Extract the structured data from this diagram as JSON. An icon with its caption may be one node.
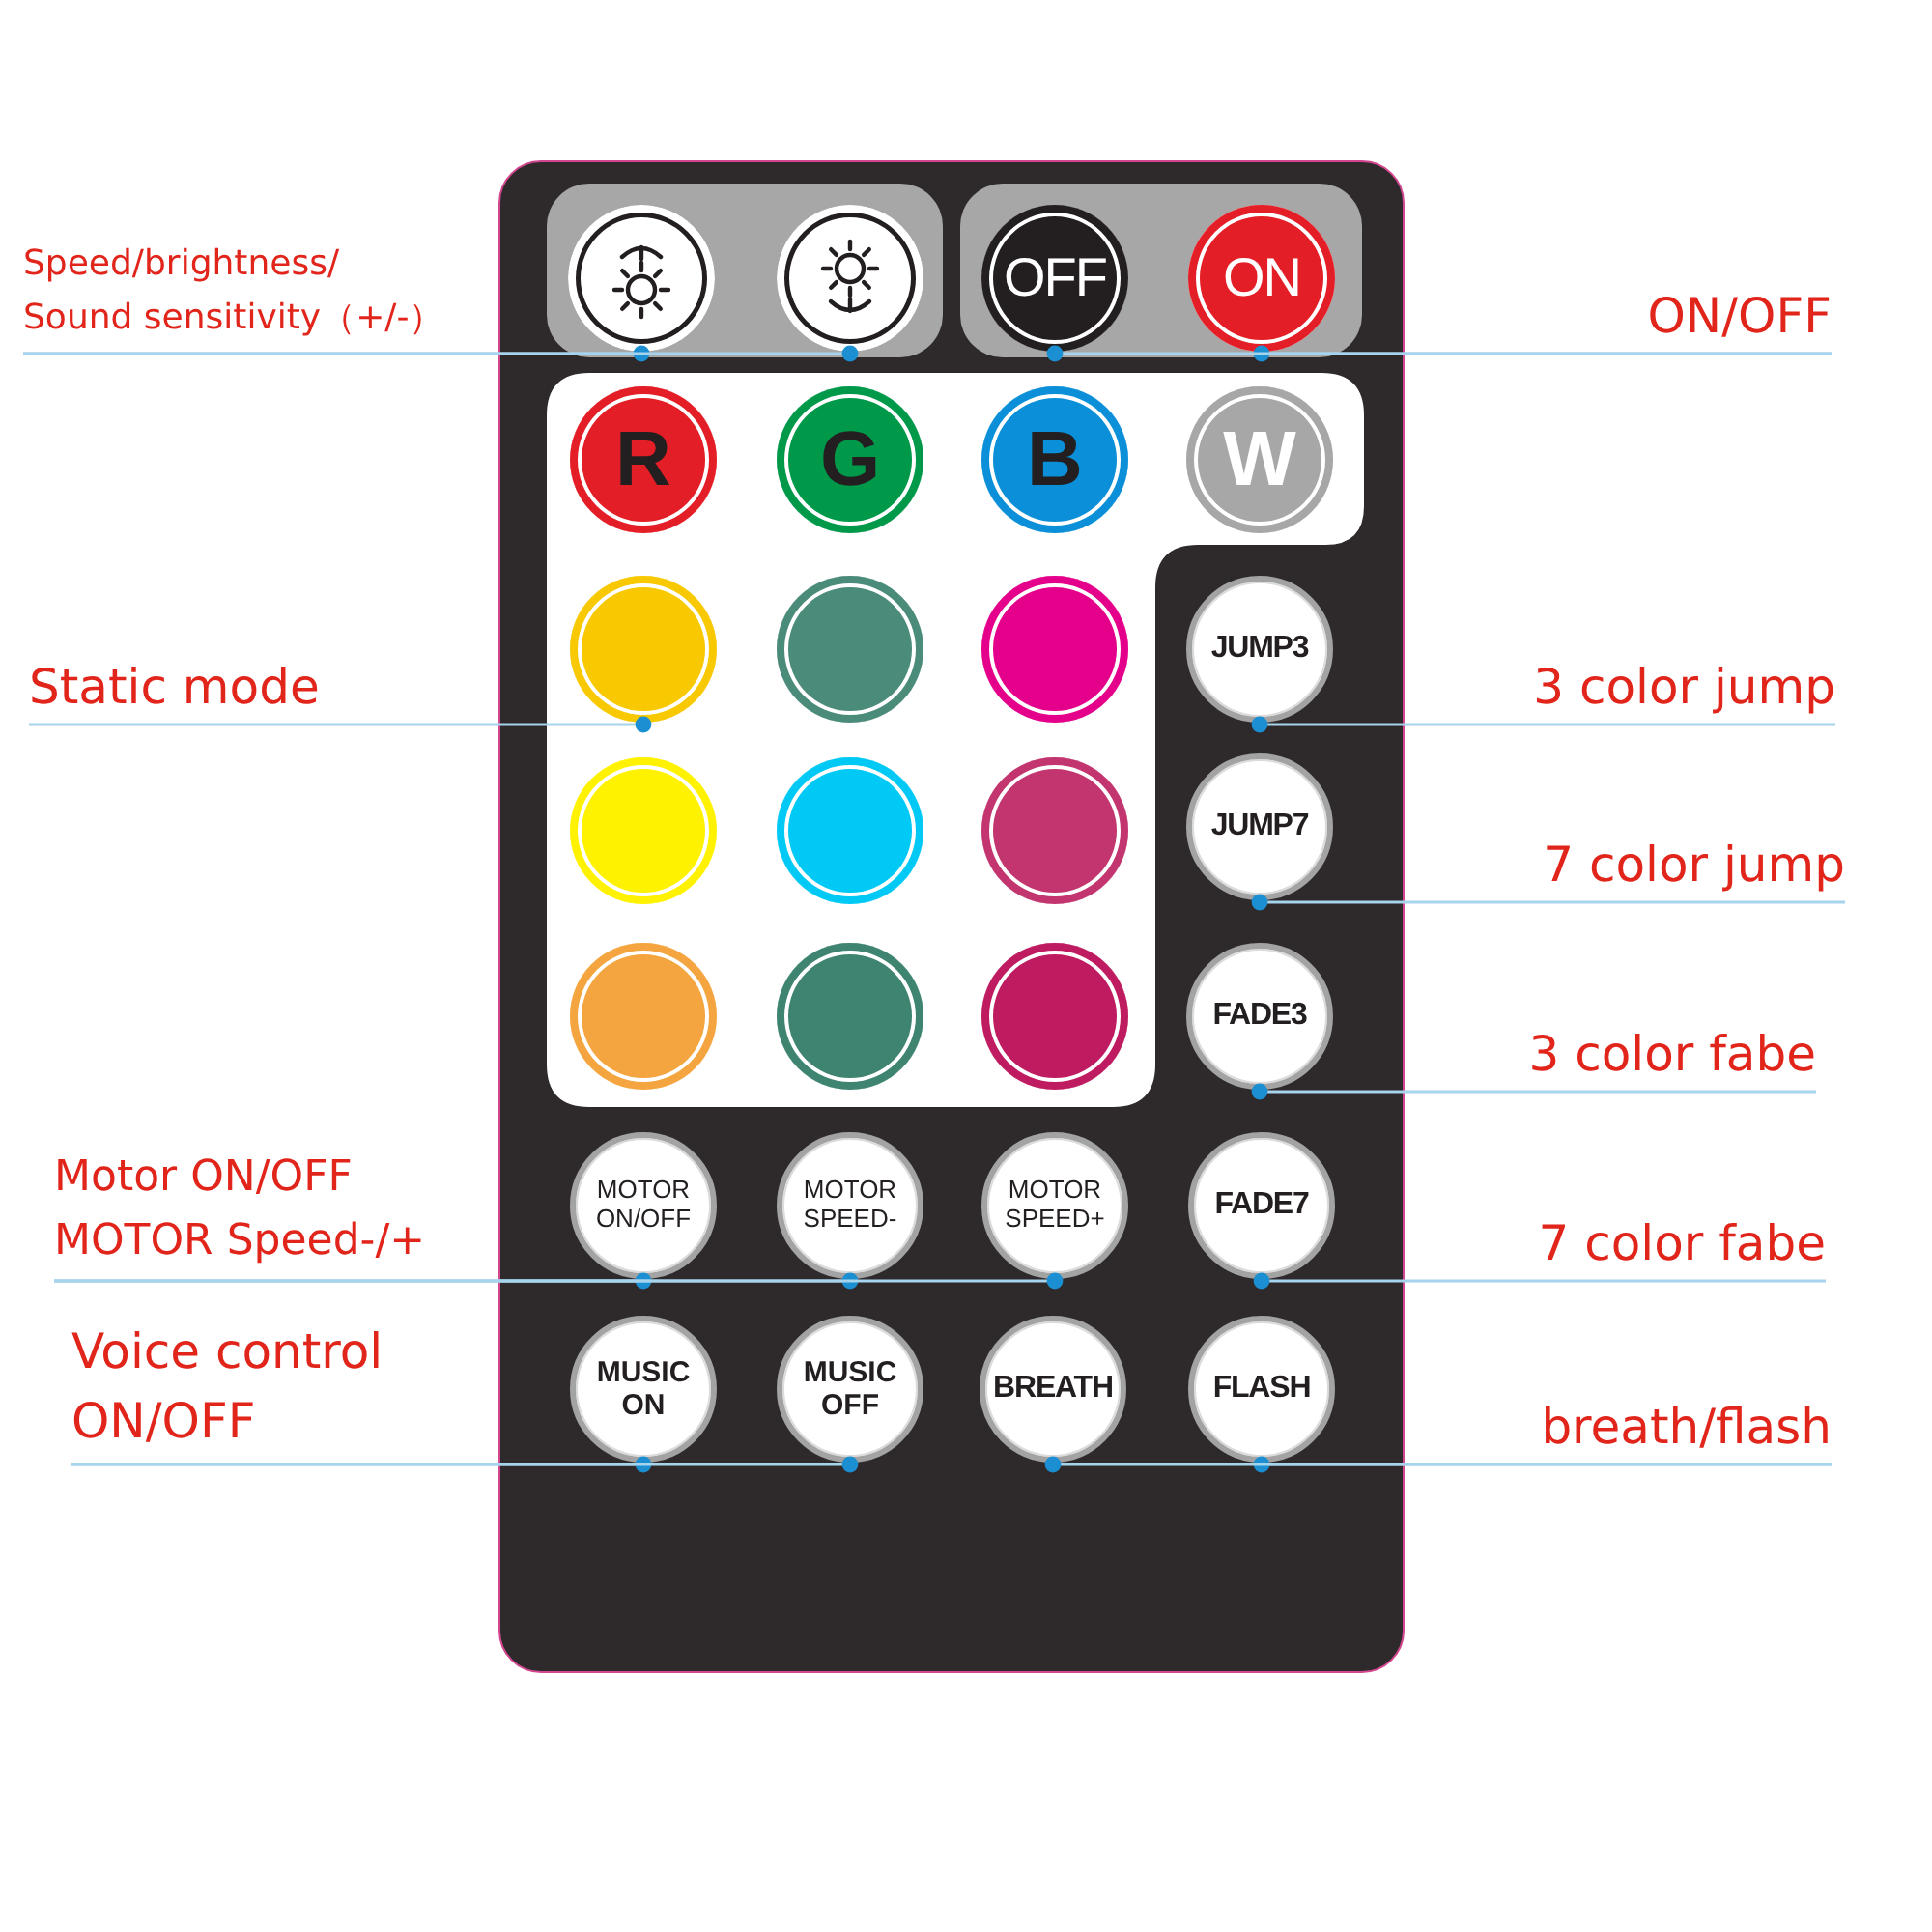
{
  "diagram": {
    "nodes": [
      {
        "text": [
          "Speed/brightness/ Sound sensitivity（+/-）"
        ]
      },
      {
        "text": [],
        "shape": "circle"
      },
      {
        "text": [],
        "shape": "circle"
      },
      {
        "text": [
          "OFF"
        ]
      },
      {
        "text": [
          "ON"
        ]
      },
      {
        "text": [
          "ON/OFF"
        ]
      },
      {
        "text": [
          "R"
        ]
      },
      {
        "text": [
          "G"
        ]
      },
      {
        "text": [
          "B"
        ]
      },
      {
        "text": [
          "W"
        ]
      },
      {
        "text": [
          "Static mode"
        ]
      },
      {
        "text": [],
        "shape": "circle"
      },
      {
        "text": [],
        "shape": "circle"
      },
      {
        "text": [],
        "shape": "circle"
      },
      {
        "text": [
          "JUMP3"
        ]
      },
      {
        "text": [
          "3 color jump"
        ]
      },
      {
        "text": [],
        "shape": "circle"
      },
      {
        "text": [],
        "shape": "circle"
      },
      {
        "text": [],
        "shape": "circle"
      },
      {
        "text": [
          "JUMP7"
        ]
      },
      {
        "text": [
          "7 color jump"
        ]
      },
      {
        "text": [],
        "shape": "circle"
      },
      {
        "text": [],
        "shape": "circle"
      },
      {
        "text": [],
        "shape": "circle"
      },
      {
        "text": [
          "FADE3"
        ]
      },
      {
        "text": [
          "3 color fabe"
        ]
      },
      {
        "text": [
          "Motor ON/OFF MOTOR Speed-/+"
        ]
      },
      {
        "text": [
          "MOTOR ON/OFF"
        ]
      },
      {
        "text": [
          "MOTOR SPEED-"
        ]
      },
      {
        "text": [
          "MOTOR SPEED+"
        ]
      },
      {
        "text": [
          "FADE7"
        ]
      },
      {
        "text": [
          "7 color fabe"
        ]
      },
      {
        "text": [
          "Voice control ON/OFF"
        ]
      },
      {
        "text": [
          "MUSIC ON"
        ]
      },
      {
        "text": [
          "MUSIC OFF"
        ]
      },
      {
        "text": [
          "BREATH"
        ]
      },
      {
        "text": [
          "FLASH"
        ]
      },
      {
        "text": [
          "breath/flash"
        ]
      }
    ],
    "edges": [
      {
        "from": 0,
        "to": 1,
        "arrow": "none"
      },
      {
        "from": 0,
        "to": 2,
        "arrow": "none"
      },
      {
        "from": 5,
        "to": 4,
        "arrow": "none"
      },
      {
        "from": 5,
        "to": 3,
        "arrow": "none"
      },
      {
        "from": 10,
        "to": 11,
        "arrow": "none"
      },
      {
        "from": 15,
        "to": 14,
        "arrow": "none"
      },
      {
        "from": 20,
        "to": 19,
        "arrow": "none"
      },
      {
        "from": 25,
        "to": 24,
        "arrow": "none"
      },
      {
        "from": 26,
        "to": 27,
        "arrow": "none"
      },
      {
        "from": 26,
        "to": 28,
        "arrow": "none"
      },
      {
        "from": 26,
        "to": 29,
        "arrow": "none"
      },
      {
        "from": 31,
        "to": 30,
        "arrow": "none"
      },
      {
        "from": 32,
        "to": 33,
        "arrow": "none"
      },
      {
        "from": 32,
        "to": 34,
        "arrow": "none"
      },
      {
        "from": 37,
        "to": 36,
        "arrow": "none"
      },
      {
        "from": 37,
        "to": 35,
        "arrow": "none"
      }
    ]
  }
}
